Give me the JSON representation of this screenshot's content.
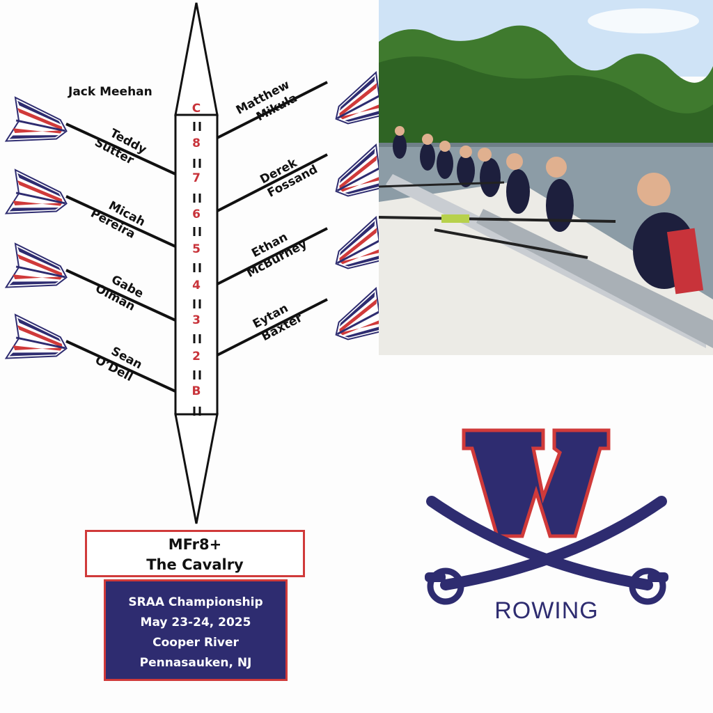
{
  "colors": {
    "navy": "#2e2c70",
    "red": "#d03a3a"
  },
  "coxswain": {
    "name": "Jack Meehan"
  },
  "seats": [
    "C",
    "8",
    "7",
    "6",
    "5",
    "4",
    "3",
    "2",
    "B"
  ],
  "rowers": {
    "seat8": {
      "first": "Matthew",
      "last": "Mikula"
    },
    "seat7": {
      "first": "Teddy",
      "last": "Sutter"
    },
    "seat6": {
      "first": "Derek",
      "last": "Fossand"
    },
    "seat5": {
      "first": "Micah",
      "last": "Pereira"
    },
    "seat4": {
      "first": "Ethan",
      "last": "McBurney"
    },
    "seat3": {
      "first": "Gabe",
      "last": "Olman"
    },
    "seat2": {
      "first": "Eytan",
      "last": "Baxter"
    },
    "bow": {
      "first": "Sean",
      "last": "O’Dell"
    }
  },
  "boat": {
    "event_code": "MFr8+",
    "name": "The Cavalry"
  },
  "event": {
    "title": "SRAA Championship",
    "dates": "May 23-24, 2025",
    "venue": "Cooper River",
    "location": "Pennasauken, NJ"
  },
  "logo": {
    "letter": "W",
    "word": "ROWING",
    "icon": "crossed-sabers-icon"
  },
  "photo": {
    "subject": "rowing-crew-photo"
  }
}
